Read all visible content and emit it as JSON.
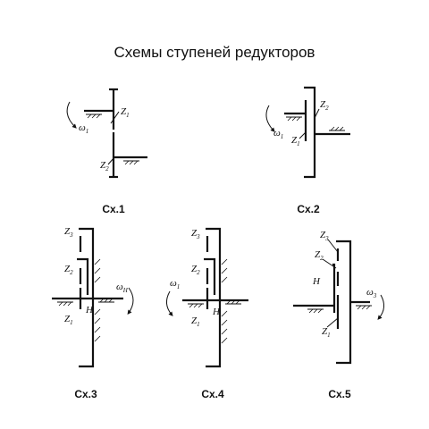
{
  "title": "Схемы ступеней редукторов",
  "schemes": [
    {
      "caption": "Cx.1",
      "labels": {
        "z1": "Z",
        "z1_sub": "1",
        "z2": "Z",
        "z2_sub": "2",
        "w1": "ω",
        "w1_sub": "1"
      }
    },
    {
      "caption": "Cx.2",
      "labels": {
        "z1": "Z",
        "z1_sub": "1",
        "z2": "Z",
        "z2_sub": "2",
        "w1": "ω",
        "w1_sub": "1"
      }
    },
    {
      "caption": "Cx.3",
      "labels": {
        "z1": "Z",
        "z1_sub": "1",
        "z2": "Z",
        "z2_sub": "2",
        "z3": "Z",
        "z3_sub": "3",
        "h": "H",
        "wh": "ω",
        "wh_sub": "H"
      }
    },
    {
      "caption": "Cx.4",
      "labels": {
        "z1": "Z",
        "z1_sub": "1",
        "z2": "Z",
        "z2_sub": "2",
        "z3": "Z",
        "z3_sub": "3",
        "h": "H",
        "w1": "ω",
        "w1_sub": "1"
      }
    },
    {
      "caption": "Cx.5",
      "labels": {
        "z1": "Z",
        "z1_sub": "1",
        "z2": "Z",
        "z2_sub": "2",
        "z3": "Z",
        "z3_sub": "3",
        "h": "H",
        "w3": "ω",
        "w3_sub": "3"
      }
    }
  ]
}
